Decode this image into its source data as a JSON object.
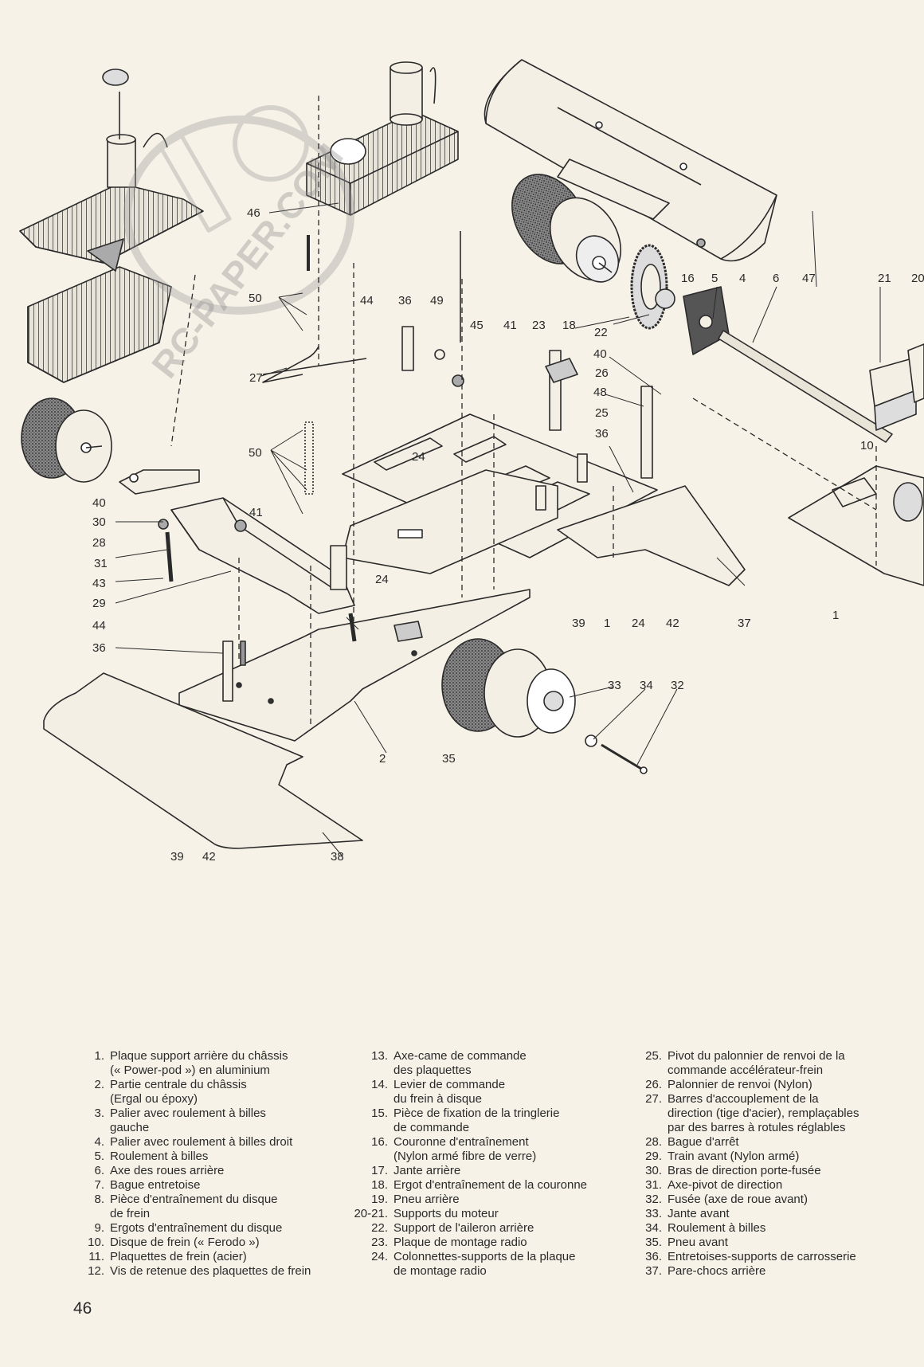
{
  "diagram": {
    "watermark": "RC-PAPER.COM",
    "callouts": [
      "46",
      "50",
      "27",
      "50",
      "40",
      "30",
      "28",
      "31",
      "43",
      "29",
      "44",
      "36",
      "41",
      "44",
      "36",
      "49",
      "45",
      "41",
      "23",
      "18",
      "22",
      "16",
      "5",
      "4",
      "6",
      "47",
      "21",
      "20",
      "40",
      "26",
      "48",
      "25",
      "36",
      "24",
      "24",
      "10",
      "39",
      "1",
      "24",
      "42",
      "37",
      "1",
      "33",
      "34",
      "32",
      "35",
      "2",
      "39",
      "42",
      "38"
    ]
  },
  "legend": {
    "col1": [
      {
        "num": "1.",
        "text": "Plaque support arrière du châssis\n(« Power-pod ») en aluminium"
      },
      {
        "num": "2.",
        "text": "Partie centrale du châssis\n(Ergal ou époxy)"
      },
      {
        "num": "3.",
        "text": "Palier avec roulement à billes\ngauche"
      },
      {
        "num": "4.",
        "text": "Palier avec roulement à billes droit"
      },
      {
        "num": "5.",
        "text": "Roulement à billes"
      },
      {
        "num": "6.",
        "text": "Axe des roues arrière"
      },
      {
        "num": "7.",
        "text": "Bague entretoise"
      },
      {
        "num": "8.",
        "text": "Pièce d'entraînement du disque\nde frein"
      },
      {
        "num": "9.",
        "text": "Ergots d'entraînement du disque"
      },
      {
        "num": "10.",
        "text": "Disque de frein (« Ferodo »)"
      },
      {
        "num": "11.",
        "text": "Plaquettes de frein (acier)"
      },
      {
        "num": "12.",
        "text": "Vis de retenue des plaquettes de frein"
      }
    ],
    "col2": [
      {
        "num": "13.",
        "text": "Axe-came de commande\ndes plaquettes"
      },
      {
        "num": "14.",
        "text": "Levier de commande\ndu frein à disque"
      },
      {
        "num": "15.",
        "text": "Pièce de fixation de la tringlerie\nde commande"
      },
      {
        "num": "16.",
        "text": "Couronne d'entraînement\n(Nylon armé fibre de verre)"
      },
      {
        "num": "17.",
        "text": "Jante arrière"
      },
      {
        "num": "18.",
        "text": "Ergot d'entraînement de la couronne"
      },
      {
        "num": "19.",
        "text": "Pneu arrière"
      },
      {
        "num": "20-21.",
        "text": "Supports du moteur"
      },
      {
        "num": "22.",
        "text": "Support de l'aileron arrière"
      },
      {
        "num": "23.",
        "text": "Plaque de montage radio"
      },
      {
        "num": "24.",
        "text": "Colonnettes-supports de la plaque\nde montage radio"
      }
    ],
    "col3": [
      {
        "num": "25.",
        "text": "Pivot du palonnier de renvoi de la\ncommande accélérateur-frein"
      },
      {
        "num": "26.",
        "text": "Palonnier de renvoi (Nylon)"
      },
      {
        "num": "27.",
        "text": "Barres d'accouplement de la\ndirection (tige d'acier), remplaçables\npar des barres à rotules réglables"
      },
      {
        "num": "28.",
        "text": "Bague d'arrêt"
      },
      {
        "num": "29.",
        "text": "Train avant (Nylon armé)"
      },
      {
        "num": "30.",
        "text": "Bras de direction porte-fusée"
      },
      {
        "num": "31.",
        "text": "Axe-pivot de direction"
      },
      {
        "num": "32.",
        "text": "Fusée (axe de roue avant)"
      },
      {
        "num": "33.",
        "text": "Jante avant"
      },
      {
        "num": "34.",
        "text": "Roulement à billes"
      },
      {
        "num": "35.",
        "text": "Pneu avant"
      },
      {
        "num": "36.",
        "text": "Entretoises-supports de carrosserie"
      },
      {
        "num": "37.",
        "text": "Pare-chocs arrière"
      }
    ]
  },
  "page": {
    "number": "46"
  }
}
